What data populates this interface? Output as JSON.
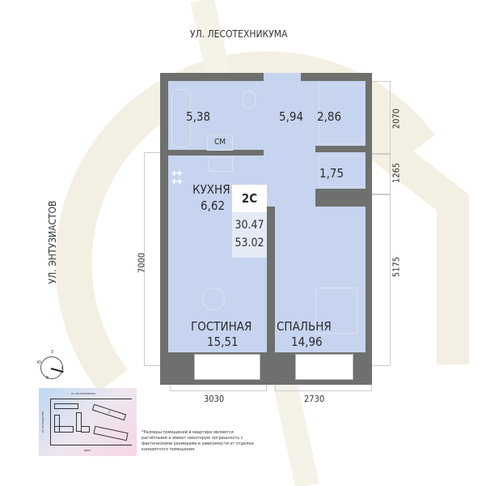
{
  "streets": {
    "top": "УЛ. ЛЕСОТЕХНИКУМА",
    "left": "УЛ. ЭНТУЗИАСТОВ"
  },
  "apartment": {
    "type": "2С",
    "living_area": "30.47",
    "total_area": "53.02"
  },
  "rooms": {
    "bathroom": {
      "area": "5,38",
      "label": "СМ"
    },
    "hall": {
      "area": "5,94"
    },
    "closet1": {
      "area": "2,86"
    },
    "closet2": {
      "area": "1,75"
    },
    "kitchen": {
      "name": "КУХНЯ",
      "area": "6,62"
    },
    "living": {
      "name": "ГОСТИНАЯ",
      "area": "15,51"
    },
    "bedroom": {
      "name": "СПАЛЬНЯ",
      "area": "14,96"
    }
  },
  "dimensions": {
    "right_top": "2070",
    "right_mid": "1265",
    "right_bottom": "5175",
    "left": "7000",
    "bottom_left": "3030",
    "bottom_right": "2730"
  },
  "compass": {
    "n": "З",
    "e": "С",
    "s": "В",
    "w": "Ю"
  },
  "minimap": {
    "top": "УЛ. ЛЕСОТЕХНИКУМА",
    "left": "УЛ. ЭНТУЗИАСТОВ",
    "bottom": "ДВОР",
    "marker": "2"
  },
  "note": "*Размеры помещений в квартире являются расчётными и имеют некоторую погрешность с фактическими размерами в зависимости от отделки конкретного помещения.",
  "colors": {
    "wall": "#6d706c",
    "room": "#c6d4ef",
    "watermark": "#f3efe2"
  }
}
